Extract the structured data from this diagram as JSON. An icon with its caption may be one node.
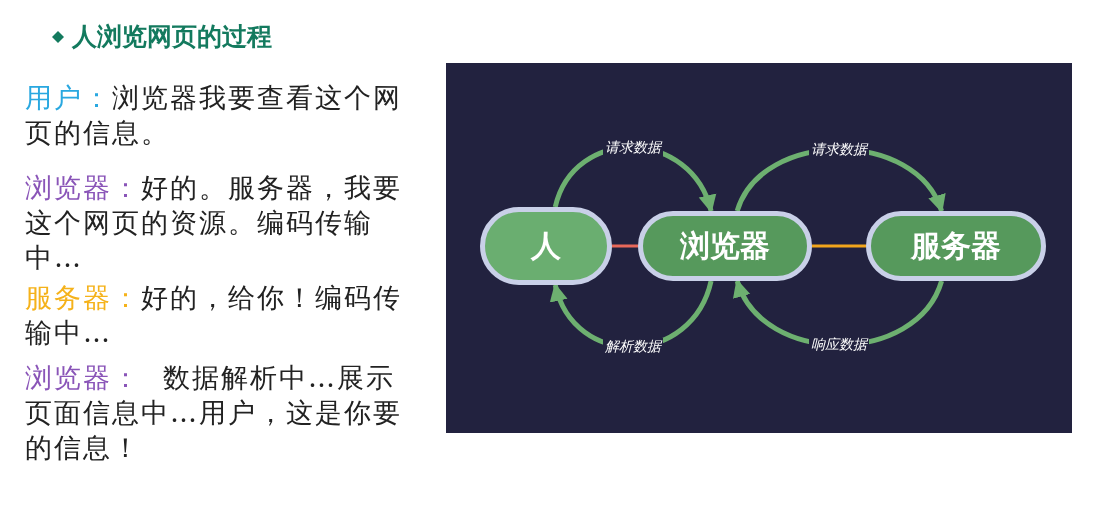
{
  "diagram": {
    "title": "人浏览网页的过程",
    "nodes": [
      {
        "text": [
          "人"
        ]
      },
      {
        "text": [
          "浏览器"
        ]
      },
      {
        "text": [
          "服务器"
        ]
      }
    ],
    "edges": [
      {
        "from": 0,
        "to": 1,
        "arrow": "to",
        "label": "请求数据"
      },
      {
        "from": 1,
        "to": 2,
        "arrow": "to",
        "label": "请求数据"
      },
      {
        "from": 2,
        "to": 1,
        "arrow": "to",
        "label": "响应数据"
      },
      {
        "from": 1,
        "to": 0,
        "arrow": "to",
        "label": "解析数据"
      },
      {
        "from": 0,
        "to": 1,
        "arrow": "none",
        "color": "#e8685a"
      },
      {
        "from": 1,
        "to": 2,
        "arrow": "none",
        "color": "#f2a51c"
      }
    ],
    "labels": [
      "用户：",
      "浏览器我要查看这个网页的信息。",
      "浏览器：",
      "好的。服务器，我要这个网页的资源。编码传输中…",
      "服务器：",
      "好的，给你！编码传输中…",
      "浏览器：",
      "数据解析中…展示页面信息中…用户，这是你要的信息！"
    ]
  }
}
